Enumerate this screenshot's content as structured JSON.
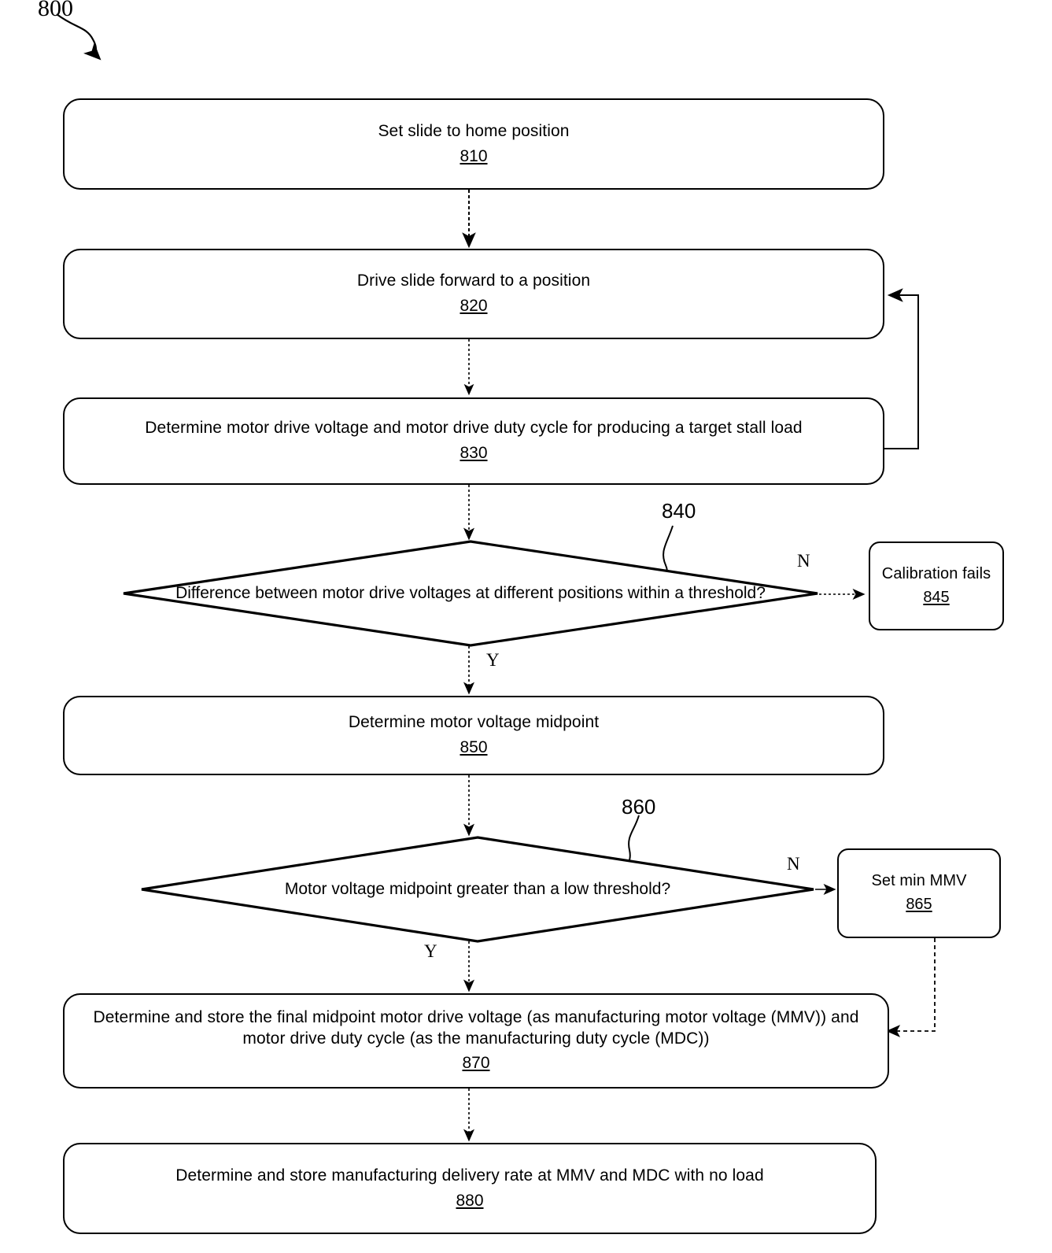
{
  "figure": {
    "number": "800"
  },
  "nodes": [
    {
      "id": "810",
      "type": "process",
      "text": "Set slide to home position",
      "ref": "810"
    },
    {
      "id": "820",
      "type": "process",
      "text": "Drive slide forward to a position",
      "ref": "820"
    },
    {
      "id": "830",
      "type": "process",
      "text": "Determine motor drive voltage and motor drive duty cycle for producing a target stall load",
      "ref": "830"
    },
    {
      "id": "840",
      "type": "decision",
      "text": "Difference between motor drive voltages at different positions within a threshold?",
      "ref": "840"
    },
    {
      "id": "845",
      "type": "process",
      "text": "Calibration fails",
      "ref": "845"
    },
    {
      "id": "850",
      "type": "process",
      "text": "Determine motor voltage midpoint",
      "ref": "850"
    },
    {
      "id": "860",
      "type": "decision",
      "text": "Motor voltage midpoint greater than a low threshold?",
      "ref": "860"
    },
    {
      "id": "865",
      "type": "process",
      "text": "Set min MMV",
      "ref": "865"
    },
    {
      "id": "870",
      "type": "process",
      "text": "Determine and store the final midpoint motor drive voltage (as manufacturing motor voltage (MMV)) and motor drive duty cycle (as the manufacturing duty cycle (MDC))",
      "ref": "870"
    },
    {
      "id": "880",
      "type": "process",
      "text": "Determine and store manufacturing delivery rate at MMV and MDC with no load",
      "ref": "880"
    }
  ],
  "branch_labels": {
    "d840_no": "N",
    "d840_yes": "Y",
    "d860_no": "N",
    "d860_yes": "Y"
  },
  "ref_callouts": {
    "d840": "840",
    "d860": "860"
  },
  "colors": {
    "line": "#000000",
    "background": "#ffffff"
  }
}
